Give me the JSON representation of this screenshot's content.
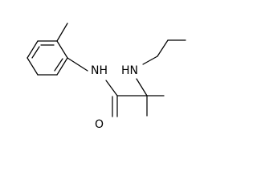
{
  "molecule": {
    "atom_labels": {
      "amide_nitrogen": "NH",
      "amine_nitrogen": "HN",
      "carbonyl_oxygen": "O"
    }
  },
  "colors": {
    "bond": "#000000",
    "text": "#000000",
    "background": "#ffffff"
  }
}
